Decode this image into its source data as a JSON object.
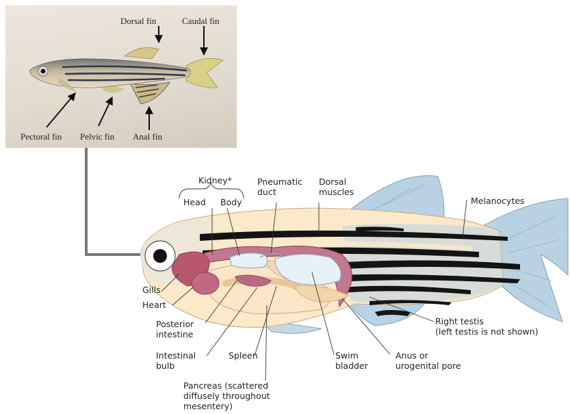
{
  "photo_labels": {
    "dorsal_fin": "Dorsal fin",
    "caudal_fin": "Caudal fin",
    "pectoral_fin": "Pectoral fin",
    "pelvic_fin": "Pelvic fin",
    "anal_fin": "Anal fin"
  },
  "anatomy_labels": {
    "kidney": "Kidney*",
    "kidney_head": "Head",
    "kidney_body": "Body",
    "pneumatic_duct": "Pneumatic\nduct",
    "dorsal_muscles": "Dorsal\nmuscles",
    "melanocytes": "Melanocytes",
    "gills": "Gills",
    "heart": "Heart",
    "posterior_intestine": "Posterior\nintestine",
    "intestinal_bulb": "Intestinal\nbulb",
    "spleen": "Spleen",
    "swim_bladder": "Swim\nbladder",
    "anus": "Anus or\nurogenital pore",
    "right_testis": "Right testis\n(left testis is not shown)",
    "pancreas": "Pancreas (scattered\ndiffusely throughout\nmesentery)"
  },
  "colors": {
    "body": "#fbe9c9",
    "fins": "#b9d2e3",
    "stripe": "#141414",
    "gills": "#b8586e",
    "bladder": "#e6f1f8",
    "kidney": "#9a3d56",
    "connector": "#777777"
  }
}
